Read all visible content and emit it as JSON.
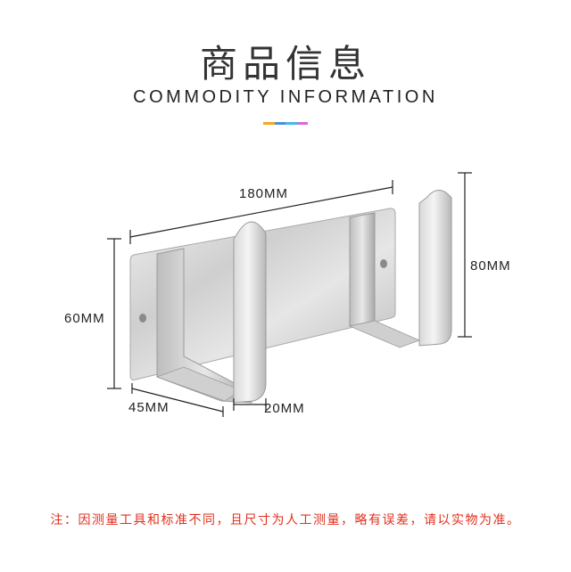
{
  "header": {
    "title_cn": "商品信息",
    "title_en": "COMMODITY INFORMATION",
    "accent_colors": [
      "#f5a623",
      "#4a90d9",
      "#4cb6e8",
      "#d86ad8"
    ]
  },
  "dimensions": {
    "length": "180MM",
    "height_left": "60MM",
    "height_right": "80MM",
    "depth_left": "45MM",
    "depth_front": "20MM"
  },
  "product": {
    "material_color": "#c8c8c8"
  },
  "footer": {
    "note": "注：因测量工具和标准不同，且尺寸为人工测量，略有误差，请以实物为准。",
    "note_color": "#e0301e"
  }
}
